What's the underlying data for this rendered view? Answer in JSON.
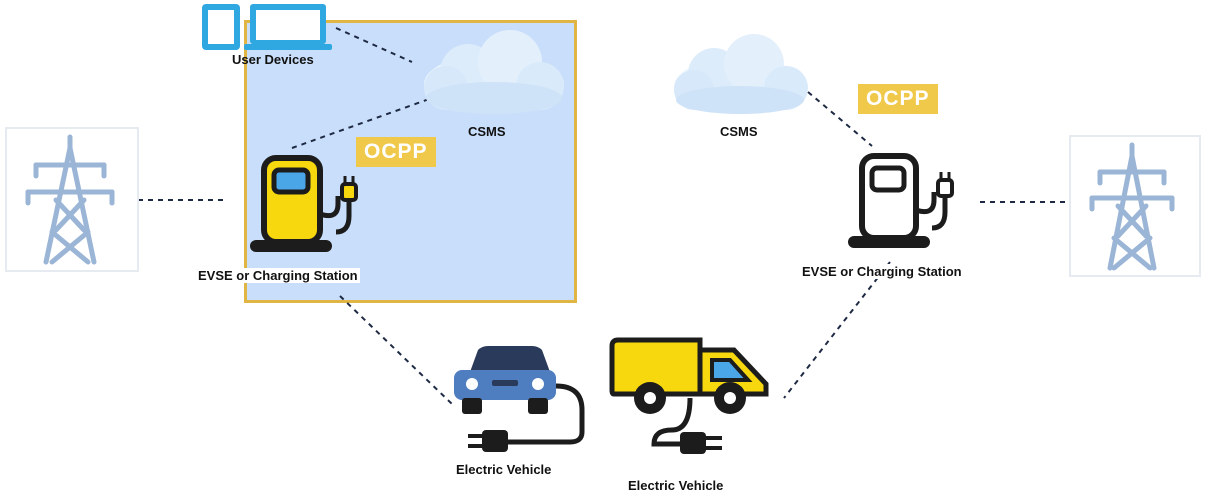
{
  "labels": {
    "user_devices": "User Devices",
    "csms_left": "CSMS",
    "csms_right": "CSMS",
    "ocpp_left": "OCPP",
    "ocpp_right": "OCPP",
    "evse_left": "EVSE or Charging Station",
    "evse_right": "EVSE or Charging Station",
    "ev_car": "Electric Vehicle",
    "ev_van": "Electric Vehicle"
  },
  "colors": {
    "highlight_fill": "#c9defa",
    "highlight_border": "#e1b543",
    "charger_yellow": "#f7d80f",
    "badge": "#f0c84a",
    "car_blue": "#4f7ec0",
    "tower_blue": "#9bb5d6",
    "dark": "#1c1c1c"
  },
  "icons": [
    "phone-icon",
    "laptop-icon",
    "cloud-icon",
    "charger-icon",
    "power-tower-icon",
    "car-icon",
    "van-icon",
    "plug-icon"
  ]
}
